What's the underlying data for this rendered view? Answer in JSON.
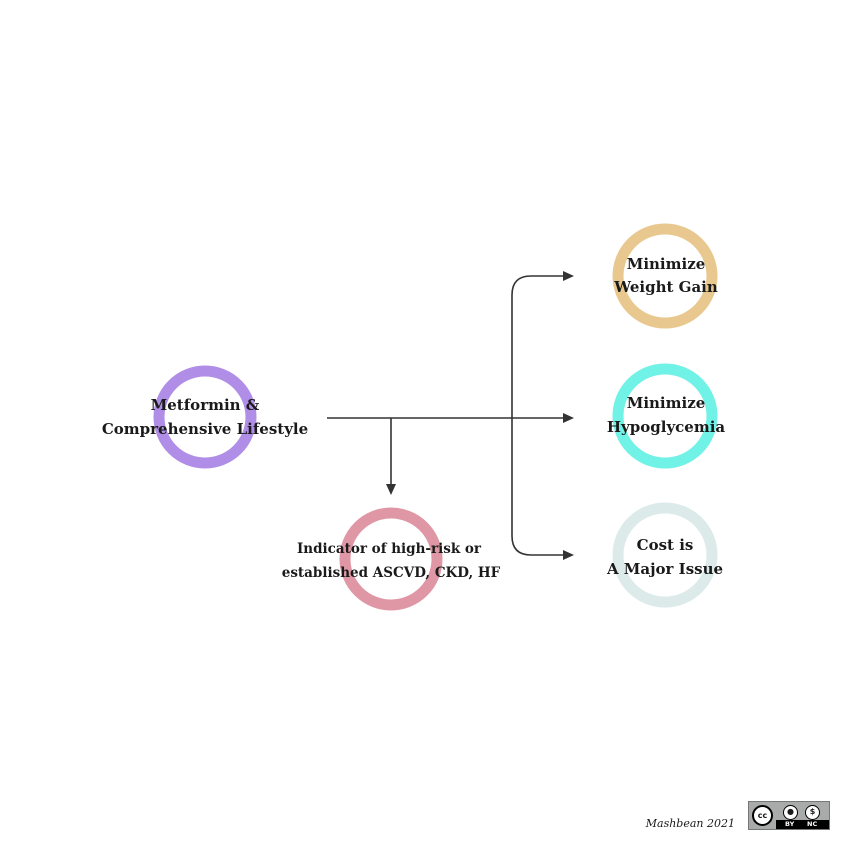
{
  "nodes": {
    "metformin": {
      "line1": "Metformin &",
      "line2": "Comprehensive Lifestyle",
      "color": "#b08de6"
    },
    "high_risk": {
      "line1": "Indicator of high-risk or",
      "line2": "established ASCVD, CKD, HF",
      "color": "#df97a6"
    },
    "weight": {
      "line1": "Minimize",
      "line2": "Weight Gain",
      "color": "#e9c88f"
    },
    "hypo": {
      "line1": "Minimize",
      "line2": "Hypoglycemia",
      "color": "#70f2e6"
    },
    "cost": {
      "line1": "Cost is",
      "line2": "A Major Issue",
      "color": "#dcebea"
    }
  },
  "footer": {
    "credit": "Mashbean 2021",
    "license": {
      "cc": "cc",
      "by": "BY",
      "nc": "NC"
    }
  }
}
